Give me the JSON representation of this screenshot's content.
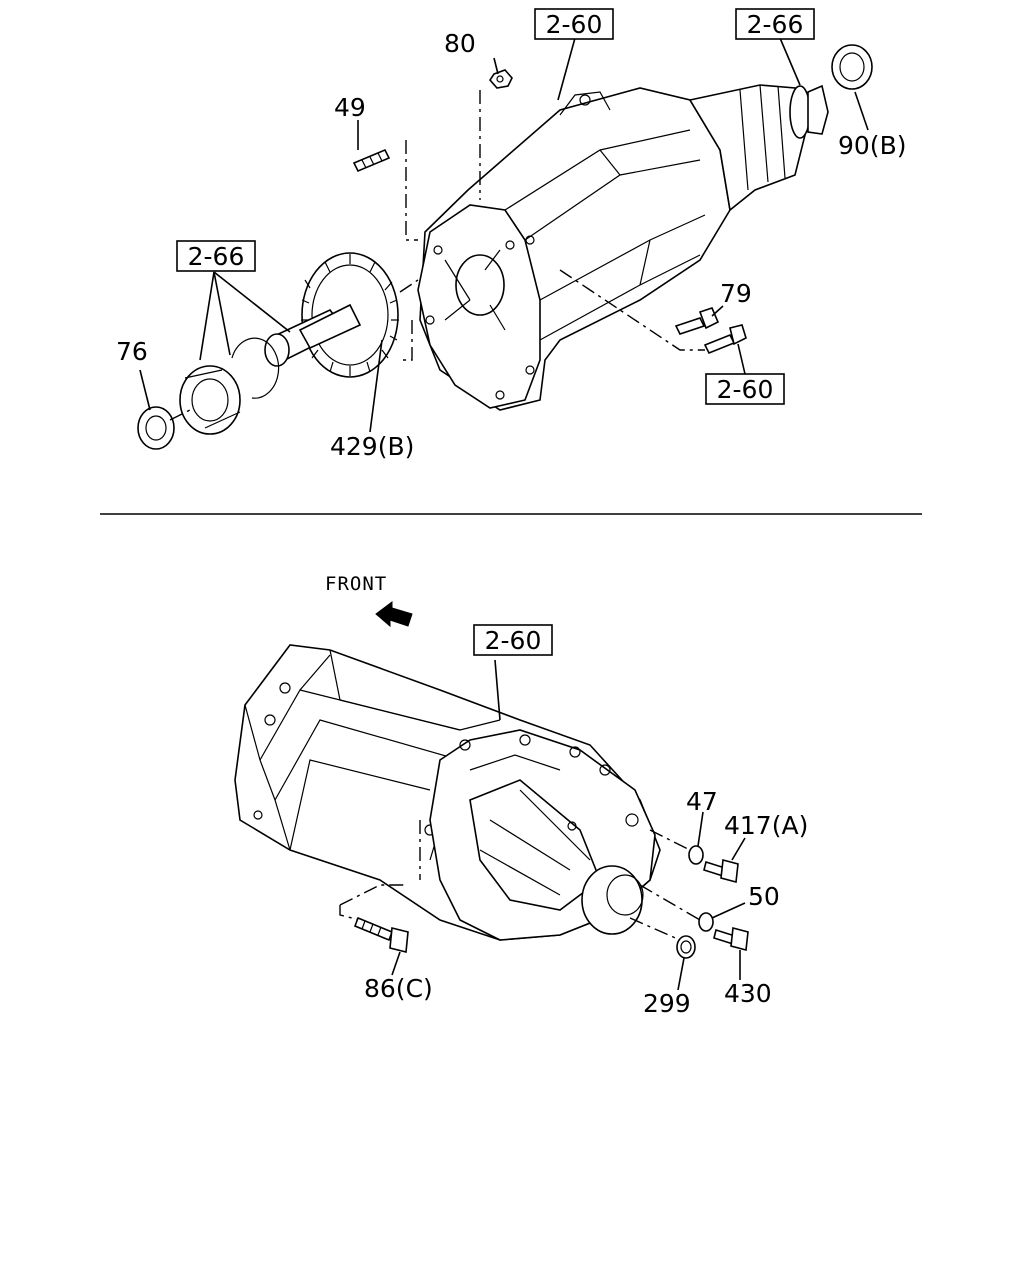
{
  "callouts": {
    "c80": "80",
    "c49": "49",
    "c90b": "90(B)",
    "c79": "79",
    "c76": "76",
    "c429b": "429(B)",
    "c47": "47",
    "c417a": "417(A)",
    "c50": "50",
    "c86c": "86(C)",
    "c299": "299",
    "c430": "430"
  },
  "refs": {
    "top_housing": "2-60",
    "top_output": "2-66",
    "left_shaft": "2-66",
    "top_bolt": "2-60",
    "bottom_housing": "2-60"
  },
  "front_label": "FRONT"
}
